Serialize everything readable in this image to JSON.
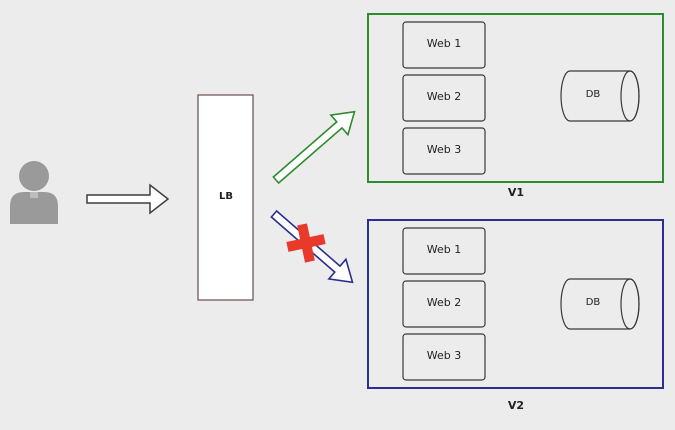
{
  "load_balancer": {
    "label": "LB"
  },
  "environments": [
    {
      "id": "v1",
      "label": "V1",
      "border_color": "#2e8b2e",
      "status": "active",
      "servers": [
        "Web 1",
        "Web 2",
        "Web 3"
      ],
      "database": "DB"
    },
    {
      "id": "v2",
      "label": "V2",
      "border_color": "#2b2f8f",
      "status": "blocked",
      "servers": [
        "Web 1",
        "Web 2",
        "Web 3"
      ],
      "database": "DB"
    }
  ],
  "colors": {
    "user": "#9a9a9a",
    "flow_arrow": "#3d3d3d",
    "active_arrow": "#2e8b2e",
    "blocked_arrow": "#2b2f8f",
    "block_mark": "#e8392a",
    "lb_border": "#6b4b4b"
  },
  "icons": {
    "user": "user-icon",
    "database": "database-icon",
    "blocked": "cross-icon"
  }
}
